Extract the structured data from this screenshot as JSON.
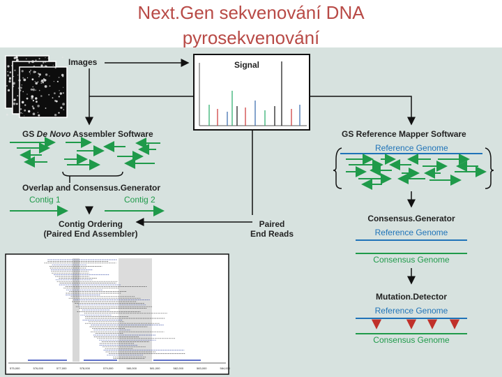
{
  "slide": {
    "title_line1": "Next.Gen sekvenování DNA",
    "title_line2": "pyrosekvenování"
  },
  "labels": {
    "images": "Images",
    "signal": "Signal",
    "assembler_pre": "GS ",
    "assembler_em": "De Novo",
    "assembler_post": " Assembler Software",
    "mapper": "GS Reference Mapper Software",
    "overlap": "Overlap and Consensus.Generator",
    "contig1": "Contig 1",
    "contig2": "Contig 2",
    "contig_ordering_1": "Contig Ordering",
    "contig_ordering_2": "(Paired End Assembler)",
    "paired_1": "Paired",
    "paired_2": "End Reads",
    "ref_genome_1": "Reference Genome",
    "consensus_gen": "Consensus.Generator",
    "ref_genome_2": "Reference Genome",
    "consensus_genome_1": "Consensus Genome",
    "mutation_detector": "Mutation.Detector",
    "ref_genome_3": "Reference Genome",
    "consensus_genome_2": "Consensus Genome"
  },
  "scaffold_axis": [
    "575,000",
    "576,000",
    "577,000",
    "578,000",
    "579,000",
    "580,000",
    "581,000",
    "582,000",
    "583,000",
    "584,000"
  ],
  "colors": {
    "title": "#b84a46",
    "panel": "#d7e2df",
    "read_arrow": "#1f9a4a",
    "reference": "#1f73b8",
    "mutation": "#c0302a"
  }
}
